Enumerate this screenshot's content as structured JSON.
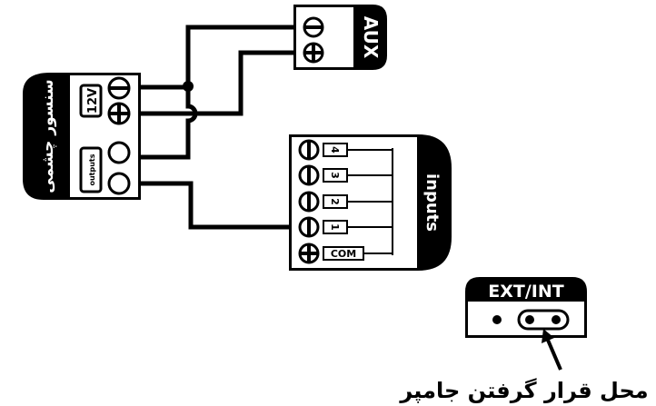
{
  "sensor": {
    "title": "سنسور چشمی",
    "voltage_label": "12V",
    "outputs_label": "outputs"
  },
  "aux": {
    "label": "AUX"
  },
  "inputs": {
    "label": "inputs",
    "terminals": [
      "4",
      "3",
      "2",
      "1",
      "COM"
    ]
  },
  "jumper": {
    "label": "EXT/INT",
    "caption": "محل قرار گرفتن جامپر"
  },
  "colors": {
    "ink": "#000000",
    "paper": "#ffffff"
  }
}
